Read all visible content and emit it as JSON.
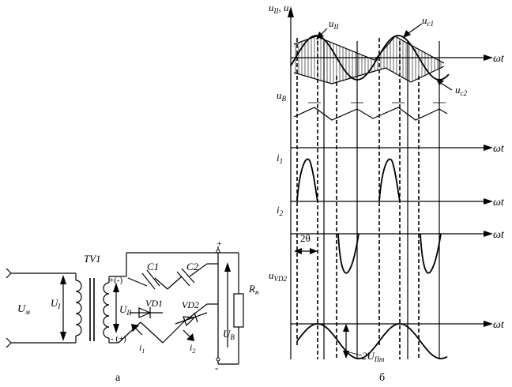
{
  "circuit": {
    "label_um": "U",
    "label_um_sub": "м",
    "label_u1": "U",
    "label_u1_sub": "I",
    "label_tv": "TV1",
    "label_u2": "U",
    "label_u2_sub": "II",
    "label_plus_minus_top": "+(-)",
    "label_minus_plus_bottom": "- (+)",
    "label_c1": "C1",
    "label_c2": "C2",
    "label_vd1": "VD1",
    "label_vd2": "VD2",
    "label_i1": "i",
    "label_i1_sub": "1",
    "label_i2": "i",
    "label_i2_sub": "2",
    "label_plus": "+",
    "label_minus": "-",
    "label_ub": "U",
    "label_ub_sub": "В",
    "label_rn": "R",
    "label_rn_sub": "н",
    "caption": "а"
  },
  "plots": {
    "label_top_y": "u",
    "label_top_y_sub1": "II",
    "label_top_y_sep": ",  u",
    "label_top_y_sub2": "c",
    "label_u2_curve": "u",
    "label_u2_curve_sub": "II",
    "label_uc1": "u",
    "label_uc1_sub": "c1",
    "label_uc2": "u",
    "label_uc2_sub": "c2",
    "label_ub": "u",
    "label_ub_sub": "B",
    "label_i1": "i",
    "label_i1_sub": "1",
    "label_i2": "i",
    "label_i2_sub": "2",
    "label_2theta": "2θ",
    "label_uvd2": "u",
    "label_uvd2_sub": "VD2",
    "label_2u": "2U",
    "label_2u_sub": "IIm",
    "label_wt": "ωt",
    "caption": "б"
  }
}
